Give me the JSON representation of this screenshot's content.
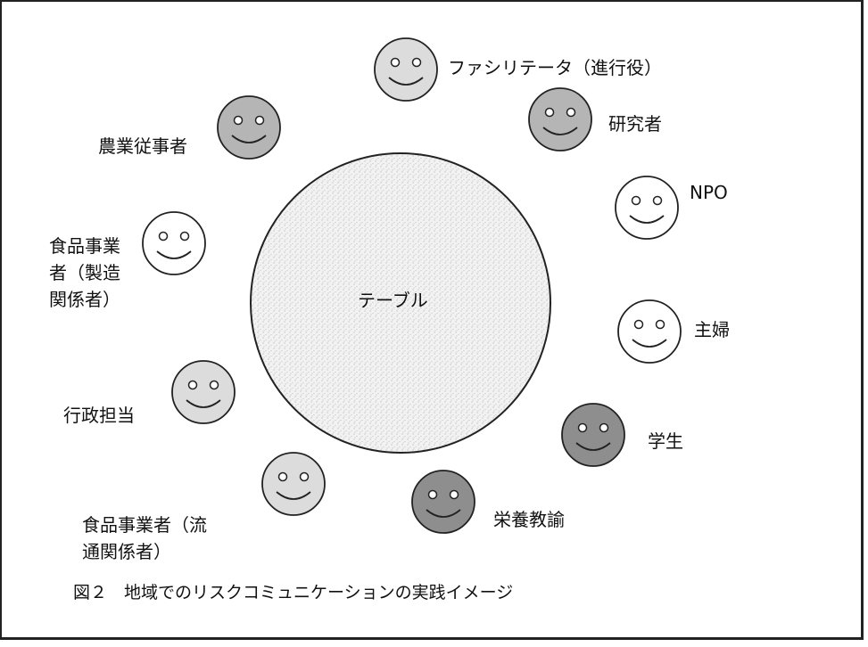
{
  "table": {
    "label": "テーブル"
  },
  "caption": "図２　地域でのリスクコミュニケーションの実践イメージ",
  "participants": [
    {
      "id": "facilitator",
      "label": "ファシリテータ（進行役）",
      "shade": "#dcdcdc"
    },
    {
      "id": "researcher",
      "label": "研究者",
      "shade": "#b5b5b5"
    },
    {
      "id": "npo",
      "label": "NPO",
      "shade": "#ffffff"
    },
    {
      "id": "housewife",
      "label": "主婦",
      "shade": "#ffffff"
    },
    {
      "id": "student",
      "label": "学生",
      "shade": "#8e8e8e"
    },
    {
      "id": "nutrition-teacher",
      "label": "栄養教諭",
      "shade": "#8e8e8e"
    },
    {
      "id": "food-distribution",
      "label": "食品事業者（流\n通関係者）",
      "shade": "#dcdcdc"
    },
    {
      "id": "government",
      "label": "行政担当",
      "shade": "#dcdcdc"
    },
    {
      "id": "food-manufacturing",
      "label": "食品事業\n者（製造\n関係者）",
      "shade": "#ffffff"
    },
    {
      "id": "farmer",
      "label": "農業従事者",
      "shade": "#b5b5b5"
    }
  ]
}
